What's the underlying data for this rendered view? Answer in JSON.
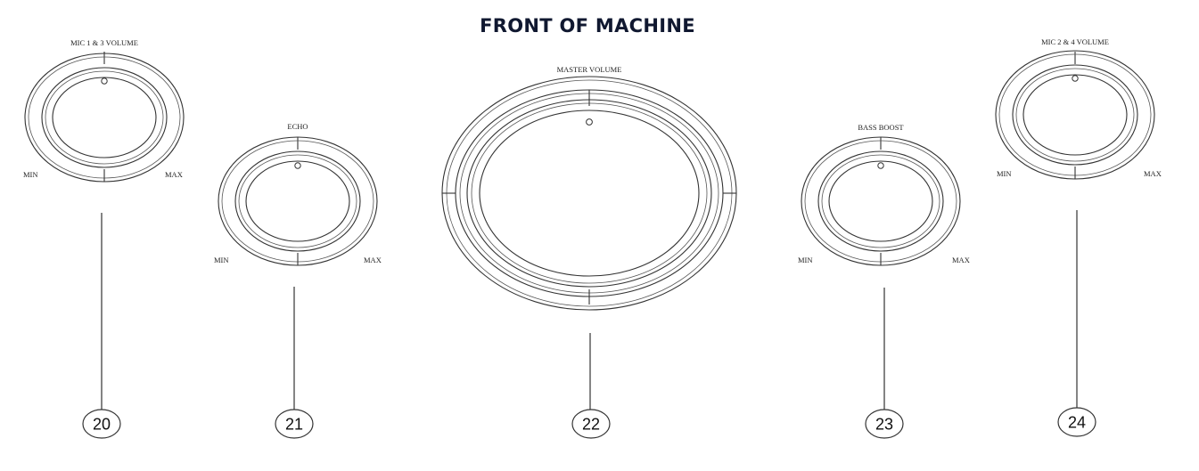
{
  "title": "FRONT OF MACHINE",
  "knobs": [
    {
      "id": "mic13",
      "label": "MIC 1 & 3 VOLUME",
      "min_label": "MIN",
      "max_label": "MAX",
      "callout": "20"
    },
    {
      "id": "echo",
      "label": "ECHO",
      "min_label": "MIN",
      "max_label": "MAX",
      "callout": "21"
    },
    {
      "id": "master",
      "label": "MASTER VOLUME",
      "min_label": "",
      "max_label": "",
      "callout": "22"
    },
    {
      "id": "bass",
      "label": "BASS BOOST",
      "min_label": "MIN",
      "max_label": "MAX",
      "callout": "23"
    },
    {
      "id": "mic24",
      "label": "MIC 2 & 4 VOLUME",
      "min_label": "MIN",
      "max_label": "MAX",
      "callout": "24"
    }
  ]
}
